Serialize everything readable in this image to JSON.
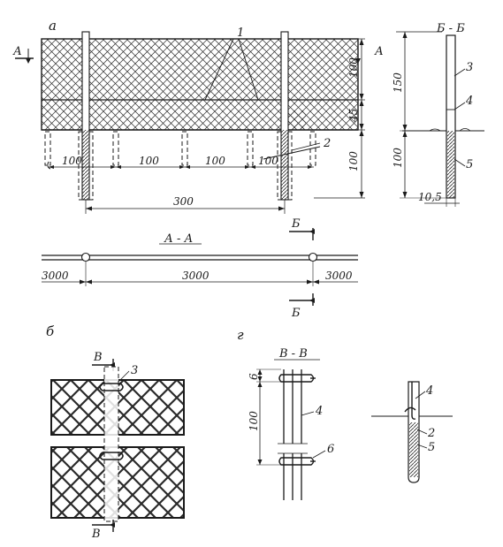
{
  "views": {
    "a": {
      "label": "а",
      "callout_1": "1",
      "callout_2": "2",
      "section_a_left": "А",
      "section_a_right": "А",
      "dim_100_h": [
        "100",
        "100",
        "100",
        "100"
      ],
      "dim_300": "300",
      "dim_right_100_top": "100",
      "dim_right_45": "45",
      "dim_right_100_bottom": "100"
    },
    "bb": {
      "title": "Б - Б",
      "dim_150": "150",
      "dim_100": "100",
      "dim_10_5": "10,5",
      "callout_3": "3",
      "callout_4": "4",
      "callout_5": "5"
    },
    "aa": {
      "title": "А - А",
      "section_b_top": "Б",
      "section_b_bottom": "Б",
      "dim_3000_left": "3000",
      "dim_3000_mid": "3000",
      "dim_3000_right": "3000"
    },
    "b": {
      "label": "б",
      "section_v_top": "В",
      "section_v_bottom": "В",
      "callout_3": "3"
    },
    "g": {
      "label": "г",
      "title": "В - В",
      "dim_6": "6",
      "dim_100": "100",
      "callout_4": "4",
      "callout_6": "6"
    },
    "detail": {
      "callout_4": "4",
      "callout_2": "2",
      "callout_5": "5"
    }
  }
}
